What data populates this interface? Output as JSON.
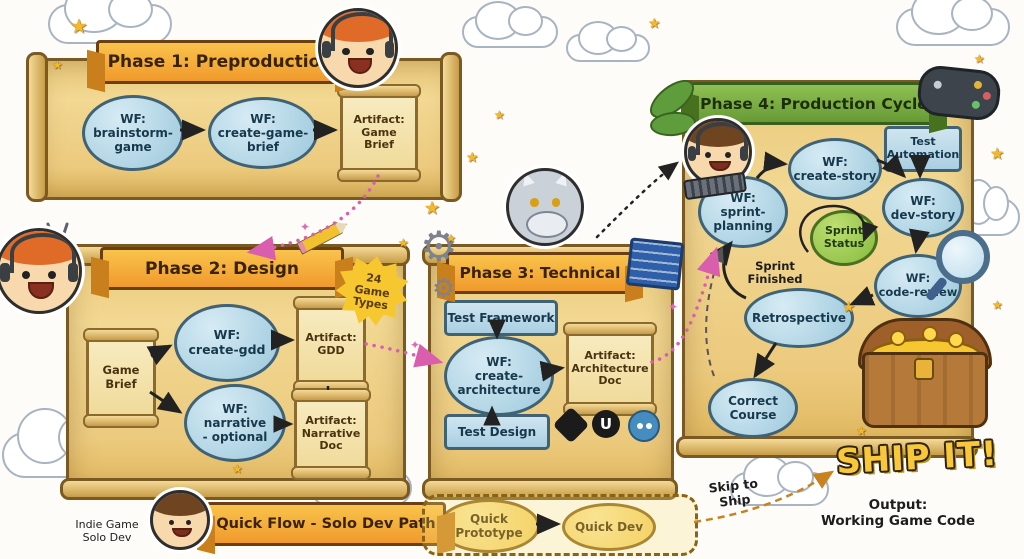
{
  "decor": {
    "star": "★",
    "sparkle": "✦",
    "gear": "⚙"
  },
  "phase1": {
    "title": "Phase 1: Preproduction",
    "wf_brainstorm": "WF:\nbrainstorm-\ngame",
    "wf_create_brief": "WF:\ncreate-game-\nbrief",
    "artifact_brief": "Artifact:\nGame\nBrief"
  },
  "phase2": {
    "title": "Phase 2: Design",
    "badge": "24\nGame\nTypes",
    "game_brief": "Game\nBrief",
    "wf_create_gdd": "WF:\ncreate-gdd",
    "artifact_gdd": "Artifact:\nGDD",
    "wf_narrative": "WF:\nnarrative\n- optional",
    "artifact_narrative": "Artifact:\nNarrative\nDoc"
  },
  "phase3": {
    "title": "Phase 3: Technical",
    "test_framework": "Test Framework",
    "wf_architecture": "WF:\ncreate-\narchitecture",
    "artifact_architecture": "Artifact:\nArchitecture\nDoc",
    "test_design": "Test Design",
    "unreal_letter": "U"
  },
  "phase4": {
    "title": "Phase 4: Production Cycle",
    "wf_sprint_planning": "WF:\nsprint-\nplanning",
    "wf_create_story": "WF:\ncreate-story",
    "test_automation": "Test\nAutomation",
    "wf_dev_story": "WF:\ndev-story",
    "sprint_status": "Sprint\nStatus",
    "wf_code_review": "WF:\ncode-review",
    "sprint_finished": "Sprint\nFinished",
    "retrospective": "Retrospective",
    "correct_course": "Correct\nCourse"
  },
  "ship": {
    "ship_it": "SHIP IT!",
    "output_line1": "Output:",
    "output_line2": "Working Game Code"
  },
  "quickflow": {
    "title": "Quick Flow - Solo Dev Path",
    "solo_dev": "Indie Game\nSolo Dev",
    "quick_prototype": "Quick\nPrototype",
    "quick_dev": "Quick Dev",
    "skip_to_ship": "Skip to Ship"
  }
}
